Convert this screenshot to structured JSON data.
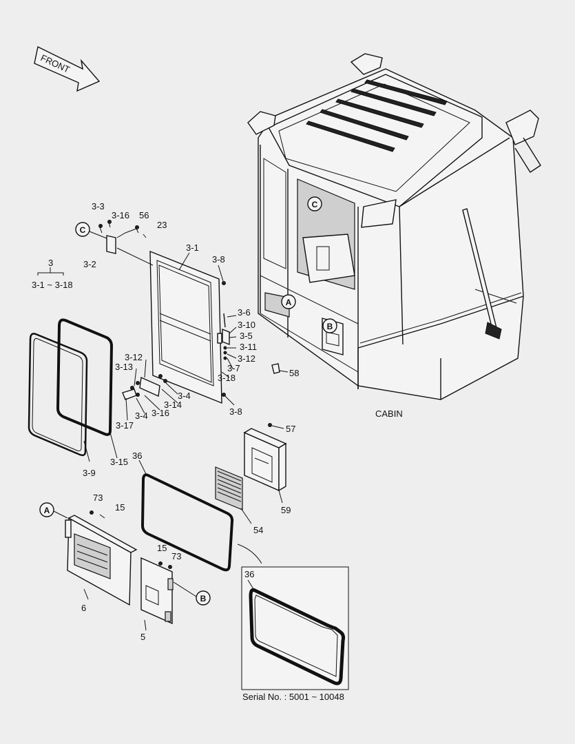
{
  "front_arrow": {
    "text": "FRONT"
  },
  "cabin": {
    "label": "CABIN"
  },
  "callouts": {
    "a": "A",
    "b": "B",
    "c": "C"
  },
  "group3": {
    "number": "3",
    "range": "3-1 ~ 3-18"
  },
  "parts": {
    "p3_1": "3-1",
    "p3_2": "3-2",
    "p3_3": "3-3",
    "p3_4": "3-4",
    "p3_5": "3-5",
    "p3_6": "3-6",
    "p3_7": "3-7",
    "p3_8": "3-8",
    "p3_9": "3-9",
    "p3_10": "3-10",
    "p3_11": "3-11",
    "p3_12": "3-12",
    "p3_13": "3-13",
    "p3_14": "3-14",
    "p3_15": "3-15",
    "p3_16": "3-16",
    "p3_17": "3-17",
    "p3_18": "3-18",
    "p5": "5",
    "p6": "6",
    "p15": "15",
    "p23": "23",
    "p36": "36",
    "p54": "54",
    "p56": "56",
    "p57": "57",
    "p58": "58",
    "p59": "59",
    "p73": "73"
  },
  "inset": {
    "part": "36",
    "serial": "Serial No. : 5001 ~ 10048"
  }
}
